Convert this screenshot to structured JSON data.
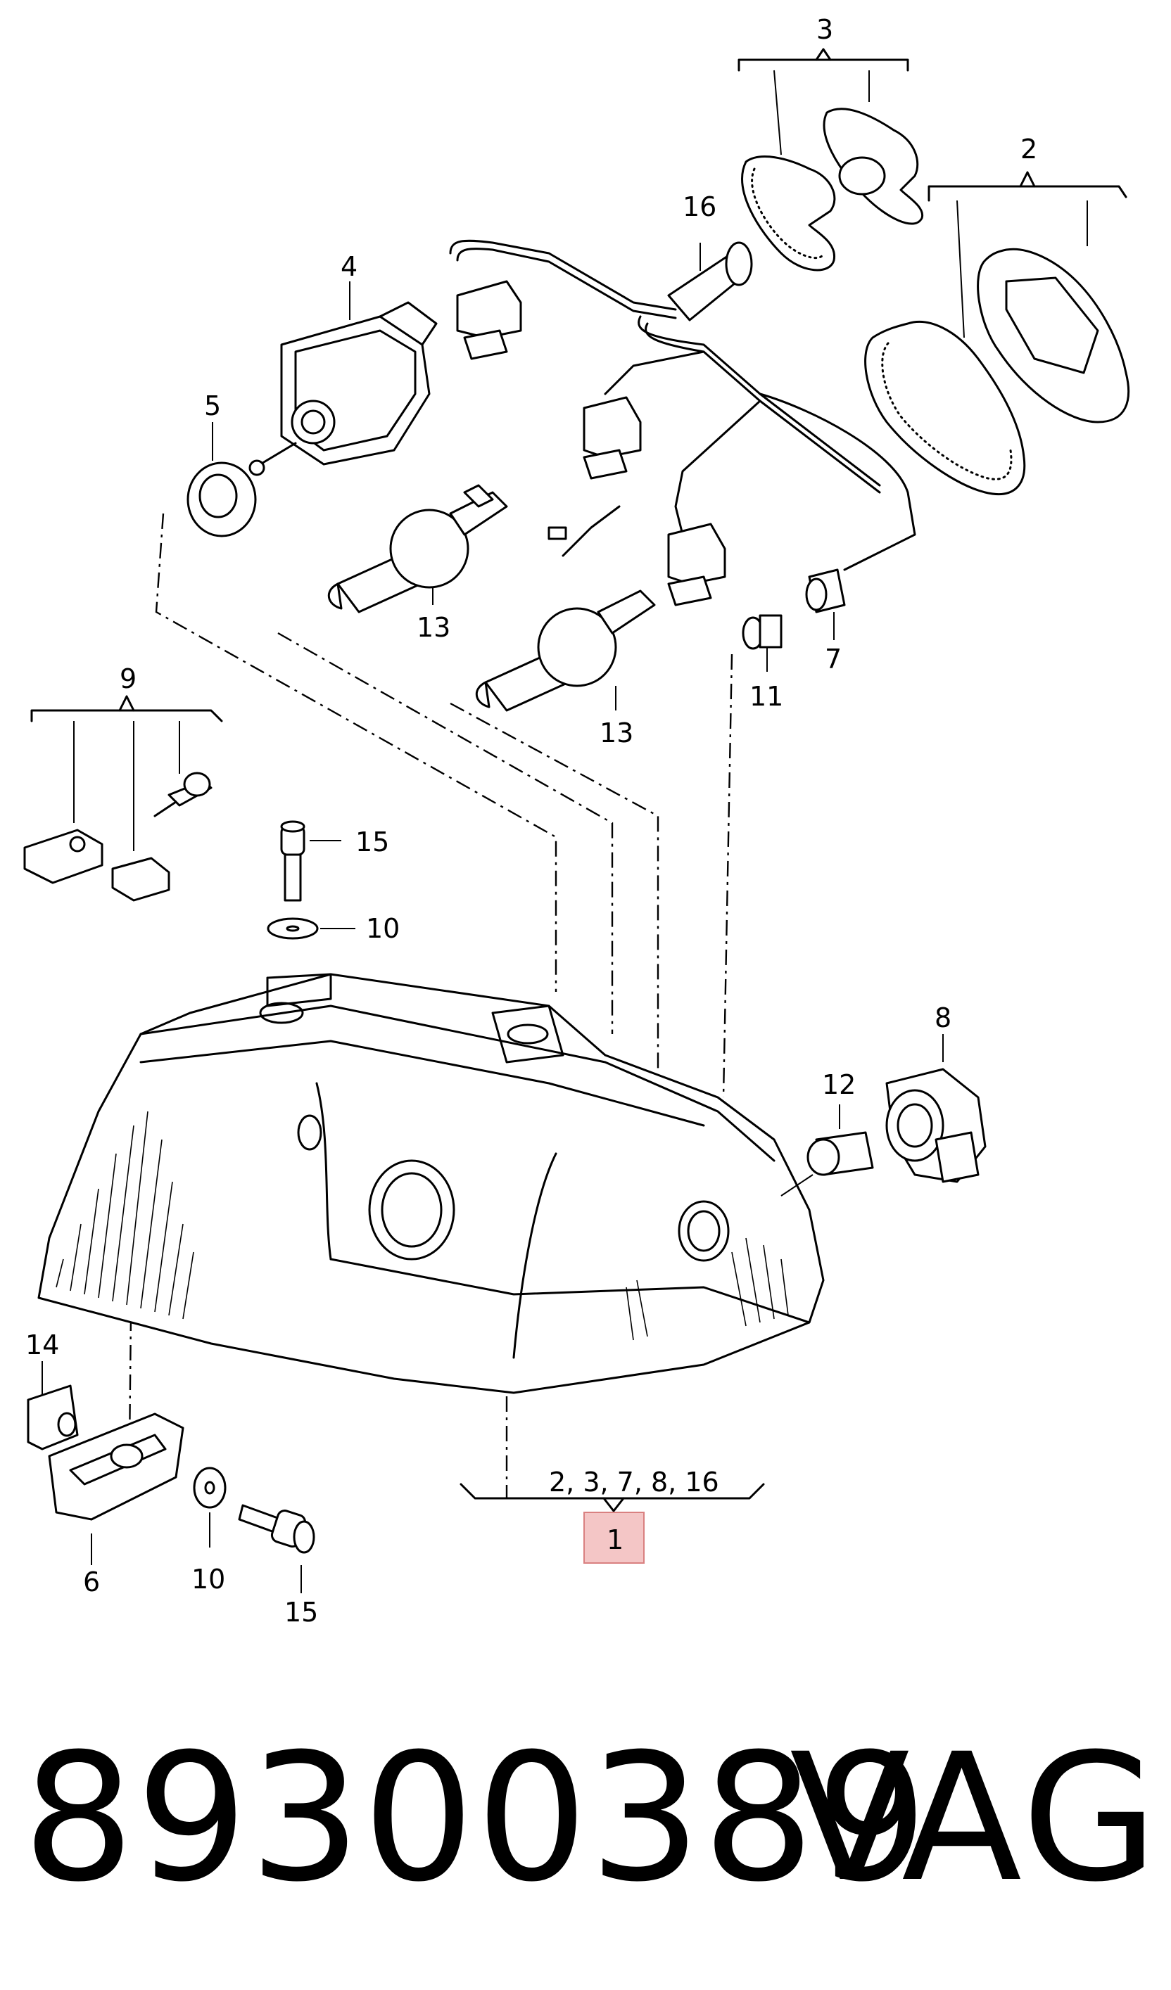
{
  "callouts": {
    "c1": "1",
    "c2": "2",
    "c3": "3",
    "c4": "4",
    "c5": "5",
    "c6": "6",
    "c7": "7",
    "c8": "8",
    "c9": "9",
    "c10a": "10",
    "c10b": "10",
    "c11": "11",
    "c12": "12",
    "c13a": "13",
    "c13b": "13",
    "c14": "14",
    "c15a": "15",
    "c15b": "15",
    "c16": "16",
    "assembly_group": "2, 3, 7, 8, 16"
  },
  "footer": {
    "part_number": "89300389",
    "brand": "VAG"
  },
  "colors": {
    "highlight_box": "#f4c6c6",
    "highlight_border": "#d98080",
    "line": "#000000"
  }
}
